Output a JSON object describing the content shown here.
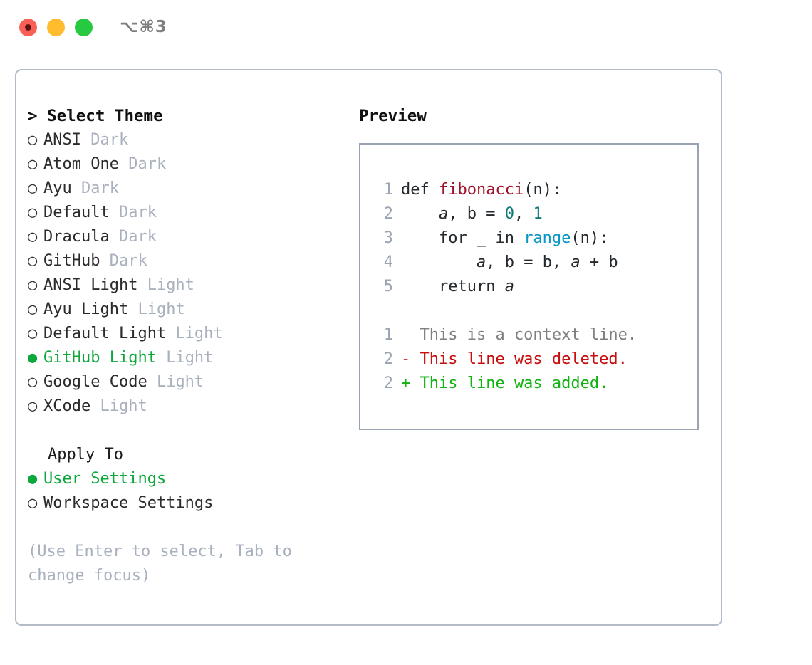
{
  "window": {
    "traffic_lights": [
      "close",
      "minimize",
      "zoom"
    ],
    "shortcut": "⌥⌘3"
  },
  "colors": {
    "accent_green": "#0da83c",
    "dim_text": "#a9b1bf",
    "panel_border": "#b3bbc9",
    "preview_border": "#99a3b3",
    "lineno": "#9aa4b2",
    "code_function": "#9e1128",
    "code_number": "#0d7a76",
    "code_builtin": "#0b97c4",
    "diff_context": "#7f7f7f",
    "diff_deleted": "#c60f0f",
    "diff_added": "#11b211"
  },
  "theme_panel": {
    "title": "> Select Theme",
    "themes": [
      {
        "marker": "○",
        "name": "ANSI",
        "kind": "Dark",
        "selected": false
      },
      {
        "marker": "○",
        "name": "Atom One",
        "kind": "Dark",
        "selected": false
      },
      {
        "marker": "○",
        "name": "Ayu",
        "kind": "Dark",
        "selected": false
      },
      {
        "marker": "○",
        "name": "Default",
        "kind": "Dark",
        "selected": false
      },
      {
        "marker": "○",
        "name": "Dracula",
        "kind": "Dark",
        "selected": false
      },
      {
        "marker": "○",
        "name": "GitHub",
        "kind": "Dark",
        "selected": false
      },
      {
        "marker": "○",
        "name": "ANSI Light",
        "kind": "Light",
        "selected": false
      },
      {
        "marker": "○",
        "name": "Ayu Light",
        "kind": "Light",
        "selected": false
      },
      {
        "marker": "○",
        "name": "Default Light",
        "kind": "Light",
        "selected": false
      },
      {
        "marker": "●",
        "name": "GitHub Light",
        "kind": "Light",
        "selected": true
      },
      {
        "marker": "○",
        "name": "Google Code",
        "kind": "Light",
        "selected": false
      },
      {
        "marker": "○",
        "name": "XCode",
        "kind": "Light",
        "selected": false
      }
    ],
    "apply_to": {
      "title": "Apply To",
      "options": [
        {
          "marker": "●",
          "label": "User Settings",
          "selected": true
        },
        {
          "marker": "○",
          "label": "Workspace Settings",
          "selected": false
        }
      ]
    },
    "hint": "(Use Enter to select, Tab to change focus)"
  },
  "preview_panel": {
    "title": "Preview",
    "code_lines": [
      {
        "lineno": "1",
        "tokens": [
          {
            "text": "def ",
            "style": "plain"
          },
          {
            "text": "fibonacci",
            "style": "func"
          },
          {
            "text": "(n):",
            "style": "plain"
          }
        ]
      },
      {
        "lineno": "2",
        "tokens": [
          {
            "text": "    ",
            "style": "plain"
          },
          {
            "text": "a",
            "style": "var"
          },
          {
            "text": ", b = ",
            "style": "plain"
          },
          {
            "text": "0",
            "style": "num"
          },
          {
            "text": ", ",
            "style": "plain"
          },
          {
            "text": "1",
            "style": "num"
          }
        ]
      },
      {
        "lineno": "3",
        "tokens": [
          {
            "text": "    for _ in ",
            "style": "plain"
          },
          {
            "text": "range",
            "style": "builtin"
          },
          {
            "text": "(n):",
            "style": "plain"
          }
        ]
      },
      {
        "lineno": "4",
        "tokens": [
          {
            "text": "        ",
            "style": "plain"
          },
          {
            "text": "a",
            "style": "var"
          },
          {
            "text": ", b = b, ",
            "style": "plain"
          },
          {
            "text": "a",
            "style": "var"
          },
          {
            "text": " + b",
            "style": "plain"
          }
        ]
      },
      {
        "lineno": "5",
        "tokens": [
          {
            "text": "    return ",
            "style": "plain"
          },
          {
            "text": "a",
            "style": "var"
          }
        ]
      }
    ],
    "diff_lines": [
      {
        "lineno": "1",
        "text": "  This is a context line.",
        "kind": "context"
      },
      {
        "lineno": "2",
        "text": "- This line was deleted.",
        "kind": "deleted"
      },
      {
        "lineno": "2",
        "text": "+ This line was added.",
        "kind": "added"
      }
    ]
  }
}
